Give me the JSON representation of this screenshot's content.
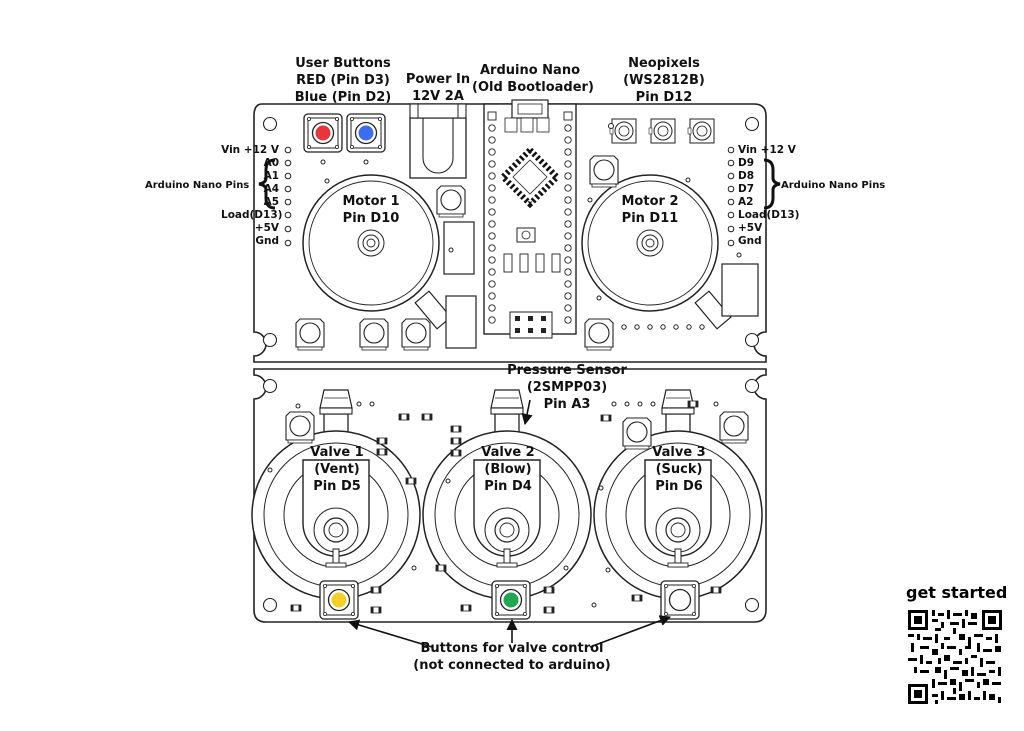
{
  "labels": {
    "user_buttons": [
      "User Buttons",
      "RED (Pin D3)",
      "Blue (Pin D2)"
    ],
    "power_in": [
      "Power In",
      "12V 2A"
    ],
    "arduino_nano": [
      "Arduino Nano",
      "(Old Bootloader)"
    ],
    "neopixels": [
      "Neopixels",
      "(WS2812B)",
      "Pin D12"
    ],
    "motor1": [
      "Motor 1",
      "Pin D10"
    ],
    "motor2": [
      "Motor 2",
      "Pin D11"
    ],
    "pressure_sensor": [
      "Pressure Sensor",
      "(2SMPP03)",
      "Pin A3"
    ],
    "valve1": [
      "Valve 1",
      "(Vent)",
      "Pin D5"
    ],
    "valve2": [
      "Valve 2",
      "(Blow)",
      "Pin D4"
    ],
    "valve3": [
      "Valve 3",
      "(Suck)",
      "Pin D6"
    ],
    "buttons_valve": [
      "Buttons for valve control",
      "(not connected to arduino)"
    ],
    "arduino_nano_pins": "Arduino Nano Pins",
    "left_pins": [
      "Vin +12 V",
      "A0",
      "A1",
      "A4",
      "A5",
      "Load(D13)",
      "+5V",
      "Gnd"
    ],
    "right_pins": [
      "Vin +12 V",
      "D9",
      "D8",
      "D7",
      "A2",
      "Load(D13)",
      "+5V",
      "Gnd"
    ],
    "get_started": "get started"
  },
  "colors": {
    "red": "#e8343a",
    "blue": "#3c6ff0",
    "yellow": "#f4cf27",
    "green": "#1fa84f"
  }
}
